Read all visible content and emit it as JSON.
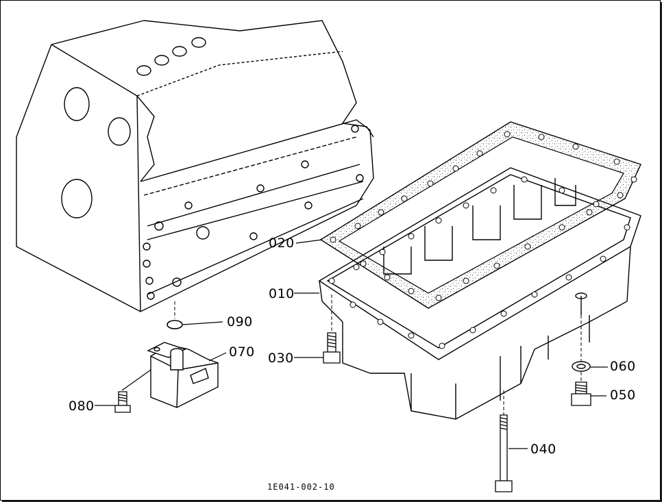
{
  "figure": {
    "drawing_code": "1E041-002-10"
  },
  "callouts": [
    {
      "id": "010",
      "label": "010"
    },
    {
      "id": "020",
      "label": "020"
    },
    {
      "id": "030",
      "label": "030"
    },
    {
      "id": "040",
      "label": "040"
    },
    {
      "id": "050",
      "label": "050"
    },
    {
      "id": "060",
      "label": "060"
    },
    {
      "id": "070",
      "label": "070"
    },
    {
      "id": "080",
      "label": "080"
    },
    {
      "id": "090",
      "label": "090"
    }
  ],
  "colors": {
    "ink": "#000000",
    "paper": "#ffffff",
    "gasket_speckle": "#555555"
  }
}
